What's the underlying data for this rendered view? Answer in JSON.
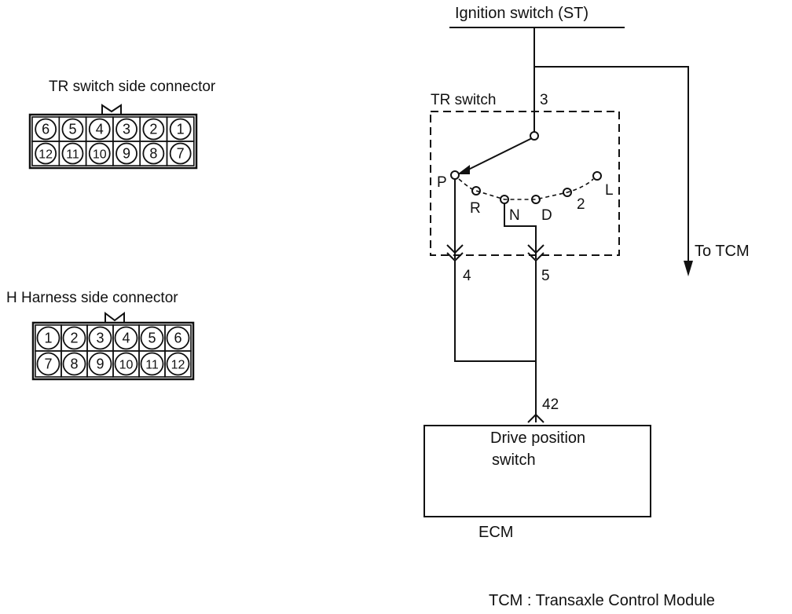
{
  "tr_connector": {
    "title": "TR switch side connector",
    "top_row": [
      "6",
      "5",
      "4",
      "3",
      "2",
      "1"
    ],
    "bottom_row": [
      "12",
      "11",
      "10",
      "9",
      "8",
      "7"
    ]
  },
  "h_connector": {
    "title": "H Harness side connector",
    "top_row": [
      "1",
      "2",
      "3",
      "4",
      "5",
      "6"
    ],
    "bottom_row": [
      "7",
      "8",
      "9",
      "10",
      "11",
      "12"
    ]
  },
  "schematic": {
    "ignition_label": "Ignition switch (ST)",
    "tr_switch_label": "TR switch",
    "pin_3": "3",
    "pin_4": "4",
    "pin_5": "5",
    "pin_42": "42",
    "positions": [
      "P",
      "R",
      "N",
      "D",
      "2",
      "L"
    ],
    "to_tcm": "To TCM",
    "ecm_box_text_line1": "Drive position",
    "ecm_box_text_line2": "switch",
    "ecm_label": "ECM"
  },
  "footnote": "TCM : Transaxle Control Module"
}
